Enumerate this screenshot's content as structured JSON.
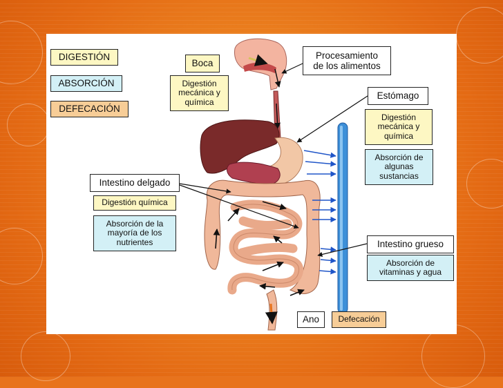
{
  "legend": {
    "digestion": "DIGESTIÓN",
    "absorption": "ABSORCIÓN",
    "defecation": "DEFECACIÓN"
  },
  "labels": {
    "mouth": "Boca",
    "processing": "Procesamiento\nde los alimentos",
    "mouth_digestion": "Digestión\nmecánica y\nquímica",
    "stomach": "Estómago",
    "stomach_digestion": "Digestión\nmecánica y\nquímica",
    "stomach_absorption": "Absorción de\nalgunas\nsustancias",
    "small_intestine": "Intestino delgado",
    "small_digestion": "Digestión química",
    "small_absorption": "Absorción de la\nmayoría de los\nnutrientes",
    "large_intestine": "Intestino grueso",
    "large_absorption": "Absorción de\nvitaminas y agua",
    "anus": "Ano",
    "anus_defecation": "Defecación"
  },
  "colors": {
    "digestion_fill": "#fdf7c3",
    "absorption_fill": "#d3f0f6",
    "defecation_fill": "#f7cd97",
    "background": "#e8731c",
    "blood_vessel": "#3d8fd8"
  }
}
